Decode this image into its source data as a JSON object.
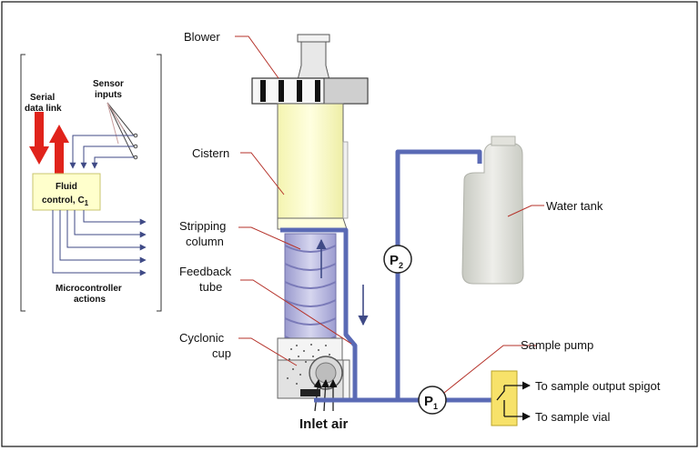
{
  "labels": {
    "blower": "Blower",
    "cistern": "Cistern",
    "stripping_column_1": "Stripping",
    "stripping_column_2": "column",
    "feedback_tube_1": "Feedback",
    "feedback_tube_2": "tube",
    "cyclonic_cup_1": "Cyclonic",
    "cyclonic_cup_2": "cup",
    "inlet_air": "Inlet air",
    "water_tank": "Water tank",
    "sample_pump": "Sample pump",
    "to_sample_output_spigot": "To sample output spigot",
    "to_sample_vial": "To sample vial",
    "pump_p2": "P",
    "pump_p2_sub": "2",
    "pump_p1": "P",
    "pump_p1_sub": "1"
  },
  "controller": {
    "serial_data_link_1": "Serial",
    "serial_data_link_2": "data link",
    "sensor_inputs_1": "Sensor",
    "sensor_inputs_2": "inputs",
    "fluid_control_1": "Fluid",
    "fluid_control_2": "control, C",
    "fluid_control_sub": "1",
    "microcontroller_actions_1": "Microcontroller",
    "microcontroller_actions_2": "actions"
  },
  "colors": {
    "tube_blue": "#5a6ab5",
    "arrow_red": "#e0231b",
    "leader_red": "#b5322a",
    "cistern_yellow": "#ffffcc",
    "column_lavender": "#b9b9df",
    "valve_yellow": "#f7e26a",
    "controller_fill": "#ffffcc"
  }
}
